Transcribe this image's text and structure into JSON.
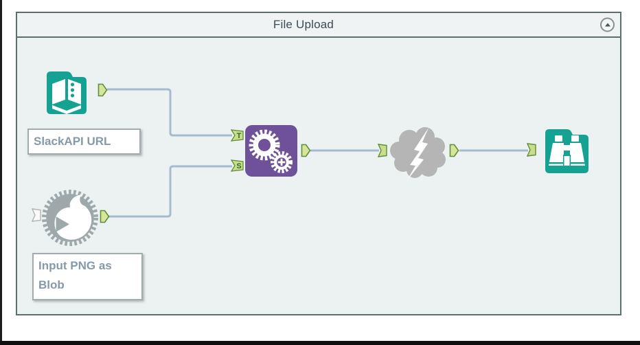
{
  "container": {
    "title": "File Upload",
    "collapse_icon": "chevron-up-circle",
    "state": "expanded"
  },
  "workflow": {
    "tools": [
      {
        "id": "text-input",
        "icon": "open-book-icon",
        "label": "SlackAPI URL"
      },
      {
        "id": "macro-blob-input",
        "icon": "gear-bird-macro-icon",
        "label": "Input PNG as Blob"
      },
      {
        "id": "upload-macro",
        "icon": "double-gear-plus-icon",
        "anchor_t": "T",
        "anchor_s": "S"
      },
      {
        "id": "download",
        "icon": "cloud-lightning-icon"
      },
      {
        "id": "browse",
        "icon": "binoculars-icon"
      }
    ],
    "connections": [
      {
        "from": "text-input",
        "to": "upload-macro.T"
      },
      {
        "from": "macro-blob-input",
        "to": "upload-macro.S"
      },
      {
        "from": "upload-macro",
        "to": "download"
      },
      {
        "from": "download",
        "to": "browse"
      }
    ]
  },
  "colors": {
    "teal": "#15A293",
    "purple": "#6F5199",
    "tool_gray": "#9EA8AA",
    "cloud_gray": "#B5B5B5",
    "anchor_green_fill": "#C9DE8A",
    "anchor_green_border": "#5F8C38",
    "anchor_letter_green": "#2F6A20",
    "connection_blue": "#A6BBCB",
    "container_border": "#5C6F6D",
    "container_bg": "#ECF1F2",
    "header_bg": "#EFF3F4",
    "label_text": "#8599A9",
    "title_text": "#3E4A53"
  }
}
